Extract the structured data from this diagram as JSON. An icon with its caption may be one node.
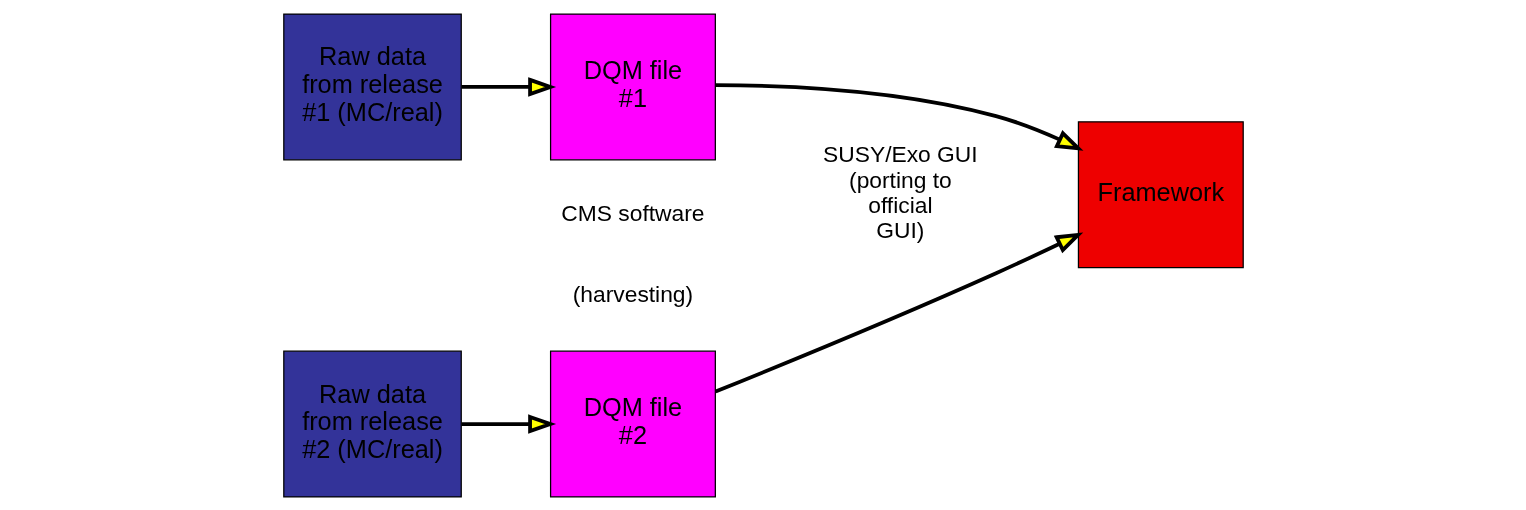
{
  "diagram": {
    "nodes": [
      {
        "text": [
          "Raw data from release #1 (MC/real)"
        ]
      },
      {
        "text": [
          "Raw data from release #2 (MC/real)"
        ]
      },
      {
        "text": [
          "DQM file #1"
        ]
      },
      {
        "text": [
          "DQM file #2"
        ]
      },
      {
        "text": [
          "Framework"
        ]
      }
    ],
    "edges": [
      {
        "from": 0,
        "to": 2,
        "arrow": "to"
      },
      {
        "from": 1,
        "to": 3,
        "arrow": "to"
      },
      {
        "from": 2,
        "to": 4,
        "arrow": "to"
      },
      {
        "from": 3,
        "to": 4,
        "arrow": "to"
      }
    ],
    "labels": [
      "CMS software",
      "(harvesting)",
      "SUSY/Exo GUI (porting to official GUI)"
    ]
  }
}
